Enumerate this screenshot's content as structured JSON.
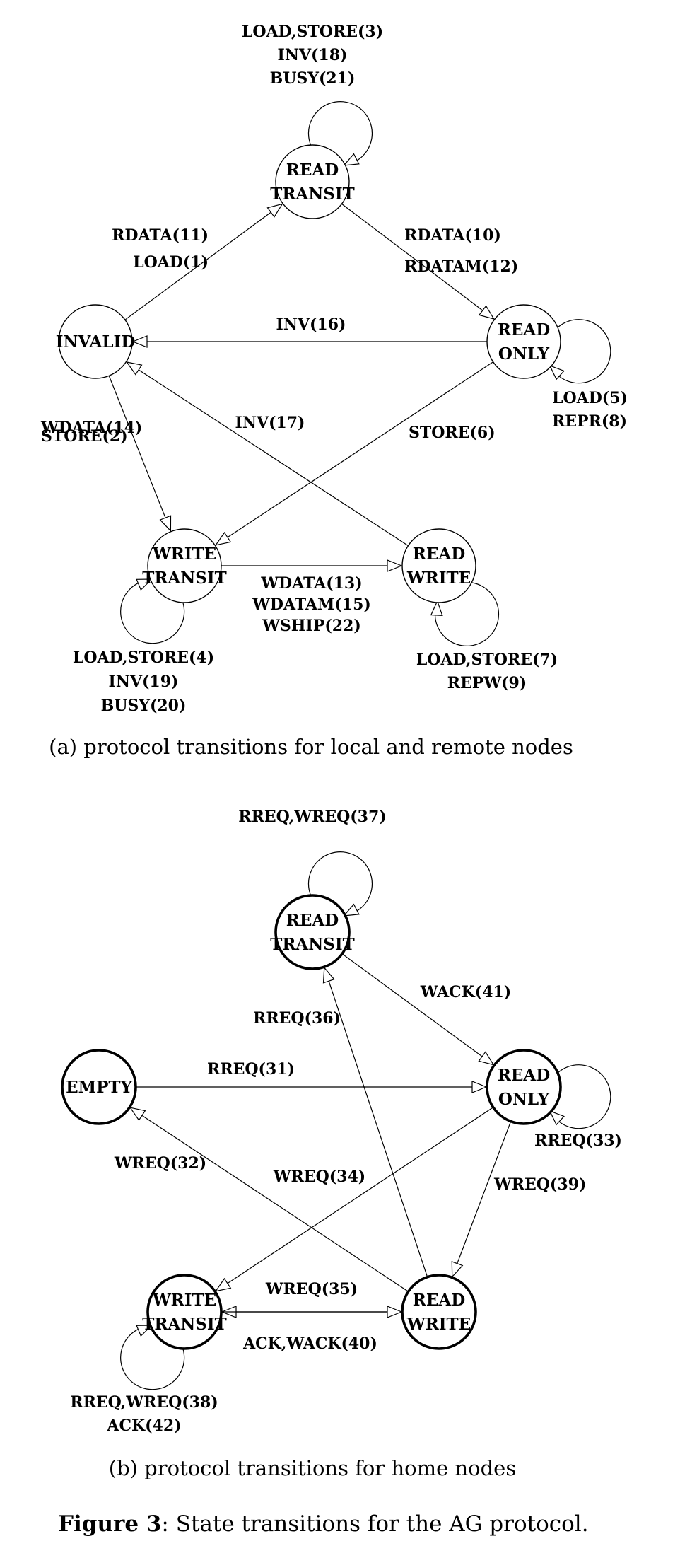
{
  "diagrams": [
    {
      "nodes": [
        {
          "id": "rt",
          "lines": [
            "READ",
            "TRANSIT"
          ]
        },
        {
          "id": "inv",
          "lines": [
            "INVALID"
          ]
        },
        {
          "id": "ro",
          "lines": [
            "READ",
            "ONLY"
          ]
        },
        {
          "id": "wt",
          "lines": [
            "WRITE",
            "TRANSIT"
          ]
        },
        {
          "id": "rw",
          "lines": [
            "READ",
            "WRITE"
          ]
        }
      ],
      "edges": [
        {
          "from": "inv",
          "to": "rt"
        },
        {
          "from": "rt",
          "to": "ro"
        },
        {
          "from": "ro",
          "to": "inv"
        },
        {
          "from": "inv",
          "to": "wt"
        },
        {
          "from": "ro",
          "to": "wt"
        },
        {
          "from": "rw",
          "to": "inv"
        },
        {
          "from": "wt",
          "to": "rw"
        }
      ],
      "self_loops": [
        "rt",
        "ro",
        "wt",
        "rw"
      ],
      "edge_labels": [
        [
          "LOAD,STORE(3)",
          "INV(18)",
          "BUSY(21)"
        ],
        [
          "RDATA(11)",
          "LOAD(1)"
        ],
        [
          "RDATA(10)",
          "RDATAM(12)"
        ],
        [
          "INV(16)"
        ],
        [
          "LOAD(5)",
          "REPR(8)"
        ],
        [
          "STORE(2)",
          "WDATA(14)"
        ],
        [
          "INV(17)"
        ],
        [
          "STORE(6)"
        ],
        [
          "WDATA(13)",
          "WDATAM(15)",
          "WSHIP(22)"
        ],
        [
          "LOAD,STORE(4)",
          "INV(19)",
          "BUSY(20)"
        ],
        [
          "LOAD,STORE(7)",
          "REPW(9)"
        ]
      ],
      "caption": "(a) protocol transitions for local and remote nodes"
    },
    {
      "nodes": [
        {
          "id": "rt",
          "lines": [
            "READ",
            "TRANSIT"
          ]
        },
        {
          "id": "em",
          "lines": [
            "EMPTY"
          ]
        },
        {
          "id": "ro",
          "lines": [
            "READ",
            "ONLY"
          ]
        },
        {
          "id": "wt",
          "lines": [
            "WRITE",
            "TRANSIT"
          ]
        },
        {
          "id": "rw",
          "lines": [
            "READ",
            "WRITE"
          ]
        }
      ],
      "edges": [
        {
          "from": "em",
          "to": "ro"
        },
        {
          "from": "rt",
          "to": "ro"
        },
        {
          "from": "rw",
          "to": "rt"
        },
        {
          "from": "rw",
          "to": "em"
        },
        {
          "from": "ro",
          "to": "wt"
        },
        {
          "from": "ro",
          "to": "rw"
        },
        {
          "from": "rw",
          "to": "wt"
        },
        {
          "from": "wt",
          "to": "rw"
        }
      ],
      "self_loops": [
        "rt",
        "ro",
        "wt"
      ],
      "edge_labels": [
        [
          "RREQ,WREQ(37)"
        ],
        [
          "WACK(41)"
        ],
        [
          "RREQ(36)"
        ],
        [
          "RREQ(31)"
        ],
        [
          "RREQ(33)"
        ],
        [
          "WREQ(32)"
        ],
        [
          "WREQ(34)"
        ],
        [
          "WREQ(39)"
        ],
        [
          "WREQ(35)"
        ],
        [
          "ACK,WACK(40)"
        ],
        [
          "RREQ,WREQ(38)",
          "ACK(42)"
        ]
      ],
      "caption": "(b) protocol transitions for home nodes"
    }
  ],
  "figure_caption": {
    "label": "Figure 3",
    "text": ": State transitions for the AG protocol."
  }
}
